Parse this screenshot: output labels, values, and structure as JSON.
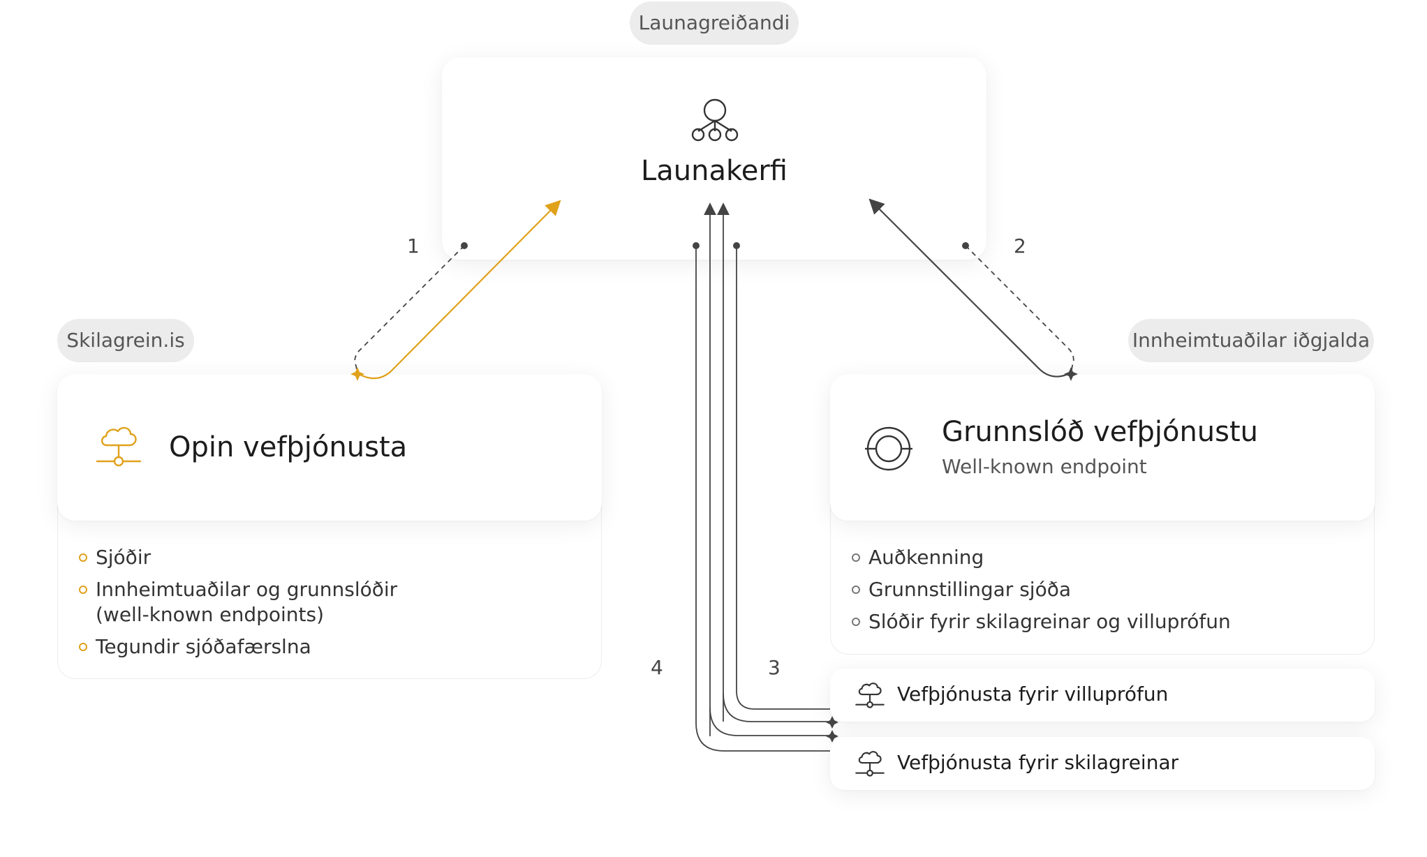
{
  "top": {
    "badge": "Launagreiðandi",
    "title": "Launakerfi",
    "icon": "network-nodes-icon"
  },
  "left": {
    "badge": "Skilagrein.is",
    "title": "Opin vefþjónusta",
    "icon": "cloud-network-icon",
    "items": [
      "Sjóðir",
      "Innheimtuaðilar og grunnslóðir\n(well-known endpoints)",
      "Tegundir sjóðafærslna"
    ]
  },
  "right": {
    "badge": "Innheimtuaðilar iðgjalda",
    "title": "Grunnslóð vefþjónustu",
    "subtitle": "Well-known endpoint",
    "icon": "target-circle-icon",
    "items": [
      "Auðkenning",
      "Grunnstillingar sjóða",
      "Slóðir fyrir skilagreinar og villuprófun"
    ]
  },
  "services": [
    {
      "label": "Vefþjónusta fyrir villuprófun",
      "icon": "cloud-network-icon"
    },
    {
      "label": "Vefþjónusta fyrir skilagreinar",
      "icon": "cloud-network-icon"
    }
  ],
  "steps": [
    "1",
    "2",
    "3",
    "4"
  ],
  "colors": {
    "accent": "#e0a11b",
    "line": "#444444",
    "badge_bg": "#ececec"
  }
}
